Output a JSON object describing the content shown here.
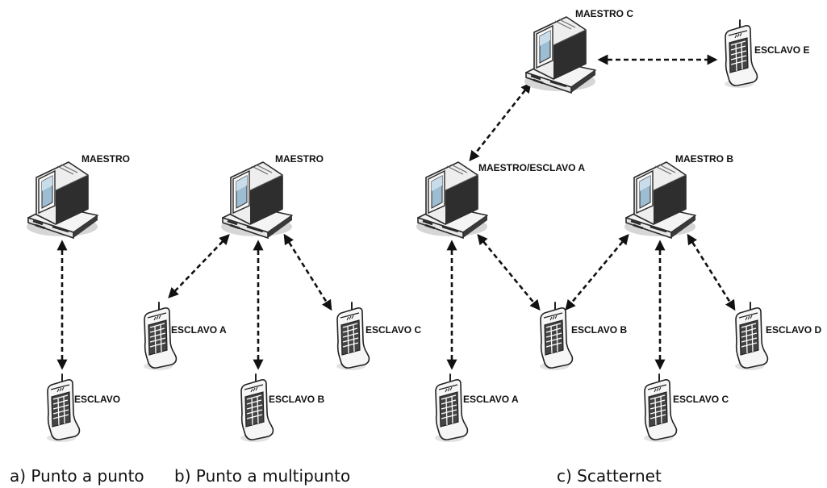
{
  "captions": {
    "a": "a) Punto a punto",
    "b": "b) Punto a multipunto",
    "c": "c) Scatternet"
  },
  "panel_a": {
    "maestro": "MAESTRO",
    "esclavo": "ESCLAVO"
  },
  "panel_b": {
    "maestro": "MAESTRO",
    "esclavo_a": "ESCLAVO A",
    "esclavo_b": "ESCLAVO B",
    "esclavo_c": "ESCLAVO C"
  },
  "panel_c": {
    "maestro_c": "MAESTRO C",
    "esclavo_e": "ESCLAVO E",
    "maestro_esclavo_a": "MAESTRO/ESCLAVO A",
    "maestro_b": "MAESTRO B",
    "esclavo_a": "ESCLAVO A",
    "esclavo_b": "ESCLAVO B",
    "esclavo_c": "ESCLAVO C",
    "esclavo_d": "ESCLAVO D"
  },
  "colors": {
    "line": "#111111",
    "screen": "#9dbdd2",
    "body_light": "#f4f4f4",
    "body_dark": "#2a2a2a",
    "shadow": "#d6d6d6"
  },
  "icons": {
    "computer": "desktop-computer-icon",
    "phone": "mobile-phone-icon"
  }
}
